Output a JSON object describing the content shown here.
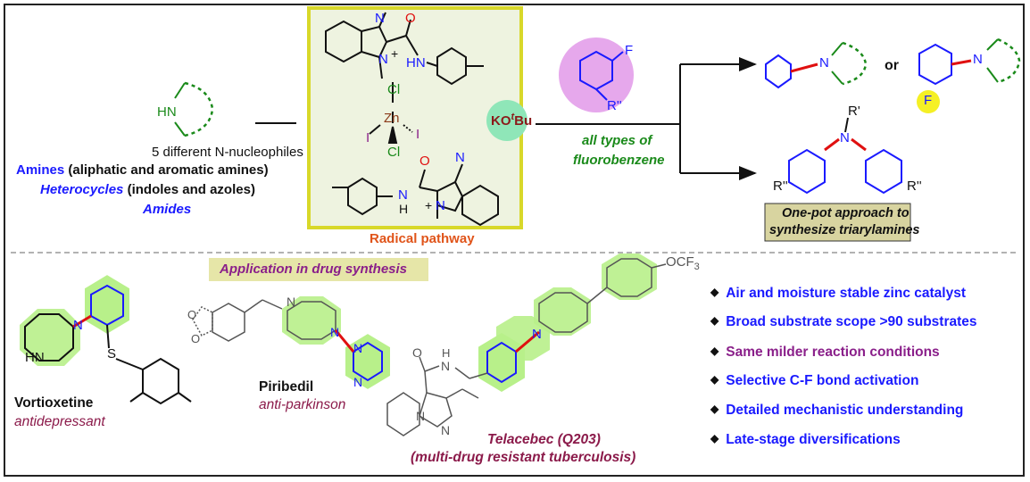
{
  "top": {
    "nucleophile_count": "5 different N-nucleophiles",
    "amines_word": "Amines",
    "amines_detail": "(aliphatic and aromatic amines)",
    "heterocycles_word": "Heterocycles",
    "heterocycles_detail": "(indoles and azoles)",
    "amides_word": "Amides",
    "nucleophile_label": "HN",
    "base_label_pre": "KO",
    "base_label_sup": "t",
    "base_label_post": "Bu",
    "catalyst_labels": {
      "n_plus_top": "N",
      "plus_top": "+",
      "n_top": "N",
      "o_top": "O",
      "hn_top": "HN",
      "cl_top": "Cl",
      "zn": "Zn",
      "i_left": "I",
      "i_right": "I",
      "cl_bottom": "Cl",
      "o_bottom": "O",
      "n_bottom": "N",
      "h_bottom": "H",
      "n_bottom2": "N",
      "plus_bottom": "+",
      "n_plus_bottom": "N"
    },
    "radical_pathway": "Radical pathway",
    "fluoro_f": "F",
    "fluoro_r": "R''",
    "fluorobenzene_line1": "all types of",
    "fluorobenzene_line2": "fluorobenzene",
    "product_n1": "N",
    "product_or": "or",
    "product_n2": "N",
    "product_f": "F",
    "triaryl_r_prime": "R'",
    "triaryl_n": "N",
    "triaryl_r_left": "R''",
    "triaryl_r_right": "R''",
    "onepot_line1": "One-pot approach to",
    "onepot_line2": "synthesize triarylamines"
  },
  "bottom": {
    "application_title": "Application in drug synthesis",
    "vortioxetine_name": "Vortioxetine",
    "vortioxetine_use": "antidepressant",
    "vortioxetine_hn": "HN",
    "vortioxetine_n": "N",
    "vortioxetine_s": "S",
    "piribedil_name": "Piribedil",
    "piribedil_use": "anti-parkinson",
    "piribedil_o1": "O",
    "piribedil_o2": "O",
    "piribedil_n1": "N",
    "piribedil_n2": "N",
    "piribedil_n3": "N",
    "piribedil_n4": "N",
    "telacebec_name": "Telacebec (Q203)",
    "telacebec_use": "(multi-drug resistant tuberculosis)",
    "telacebec_ocf3": "OCF",
    "telacebec_ocf3_sub": "3",
    "telacebec_n": "N",
    "telacebec_o": "O",
    "telacebec_nh": "N",
    "telacebec_h": "H",
    "telacebec_n_ring1": "N",
    "telacebec_n_ring2": "N",
    "features": [
      {
        "text": "Air and moisture stable zinc catalyst",
        "color": "#1a1aff"
      },
      {
        "text": "Broad substrate scope  >90 substrates",
        "color": "#1a1aff"
      },
      {
        "text": "Same milder reaction conditions",
        "color": "#8a1f8a"
      },
      {
        "text": "Selective C-F bond activation",
        "color": "#1a1aff"
      },
      {
        "text": "Detailed mechanistic understanding",
        "color": "#1a1aff"
      },
      {
        "text": "Late-stage diversifications",
        "color": "#1a1aff"
      }
    ],
    "bullet": "◆"
  },
  "colors": {
    "blue": "#1a1aff",
    "green_dash": "#1a8a1a",
    "catalyst_box_border": "#d8d82a",
    "catalyst_box_fill": "#eef3e0",
    "highlight_green": "#b8f08a",
    "bond_red": "#e01010",
    "base_circle": "#8fe6b8",
    "fluoro_circle": "#e6a8ec",
    "label_box": "#d8d4a0"
  }
}
